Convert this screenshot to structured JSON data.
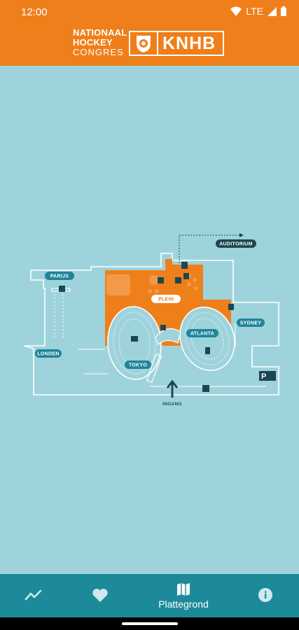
{
  "status": {
    "time": "12:00",
    "network": "LTE"
  },
  "header": {
    "brand_line1": "NATIONAAL",
    "brand_line2": "HOCKEY",
    "brand_line3": "CONGRES",
    "brand_right": "KNHB"
  },
  "map": {
    "rooms": {
      "auditorium": "AUDITORIUM",
      "parijs": "PARIJS",
      "londen": "LONDEN",
      "plein": "PLEIN",
      "atlanta": "ATLANTA",
      "sydney": "SYDNEY",
      "tokyo": "TOKYO",
      "ingang": "INGANG",
      "parking": "P"
    },
    "colors": {
      "background": "#9fd3dc",
      "highlight": "#ef7f1a",
      "label": "#1f8599",
      "dark": "#1c4750"
    }
  },
  "nav": {
    "items": [
      {
        "icon": "trend-icon",
        "label": ""
      },
      {
        "icon": "heart-icon",
        "label": ""
      },
      {
        "icon": "map-icon",
        "label": "Plattegrond"
      },
      {
        "icon": "info-icon",
        "label": ""
      }
    ]
  }
}
